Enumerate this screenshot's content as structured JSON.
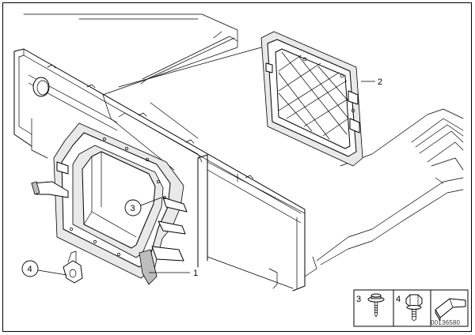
{
  "callouts": {
    "c1": "1",
    "c2": "2",
    "c3": "3",
    "c4": "4"
  },
  "legend": {
    "item_3": "3",
    "item_4": "4"
  },
  "document_id": "00136580"
}
